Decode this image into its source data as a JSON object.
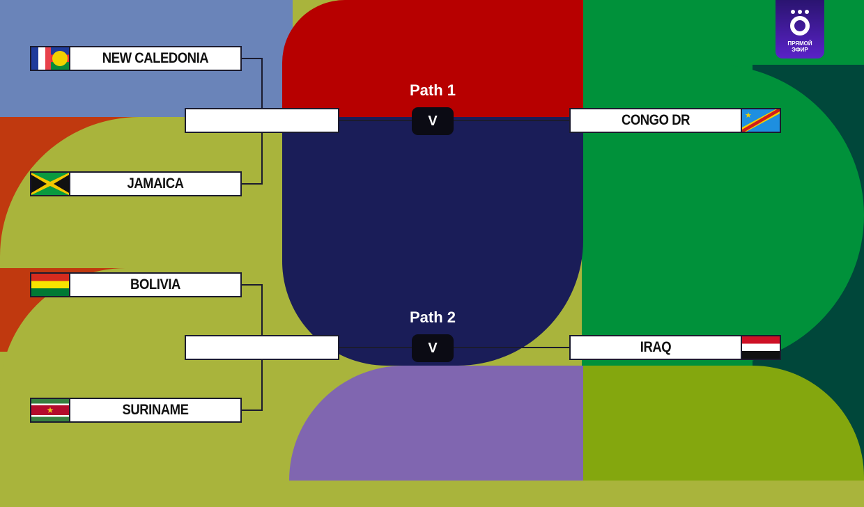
{
  "broadcast_badge": {
    "line1": "ПРЯМОЙ",
    "line2": "ЭФИР"
  },
  "paths": [
    {
      "label": "Path 1",
      "vs": "V",
      "team_a": "NEW CALEDONIA",
      "team_b": "JAMAICA",
      "opponent": "CONGO DR",
      "winner_slot": ""
    },
    {
      "label": "Path 2",
      "vs": "V",
      "team_a": "BOLIVIA",
      "team_b": "SURINAME",
      "opponent": "IRAQ",
      "winner_slot": ""
    }
  ],
  "colors": {
    "blue": "#6a84b9",
    "red": "#b70000",
    "green": "#00913a",
    "navy": "#1a1d58",
    "purple": "#8066b0",
    "olive": "#a9b43c",
    "lime": "#84a70e",
    "orange": "#c0390f",
    "darkgreen": "#00473a"
  }
}
